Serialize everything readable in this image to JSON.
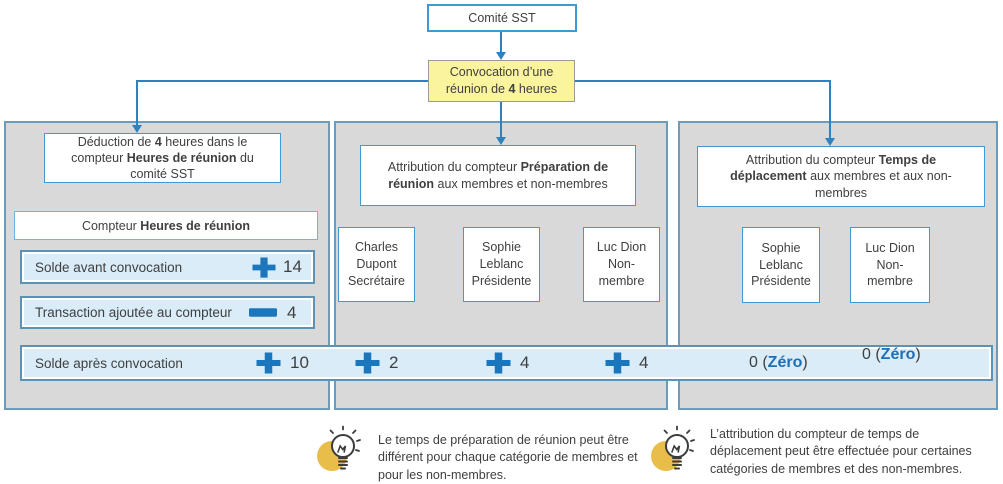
{
  "palette": {
    "accent_blue": "#2e82bd",
    "bright_border": "#3e9ad4",
    "panel_border": "#6d9cba",
    "panel_fill": "#d9d9d9",
    "row_fill": "#d9ecf8",
    "icon_blue": "#1b76bc",
    "zero_blue": "#1f6fb5",
    "yellow_fill": "#fbf49e",
    "bulb_yellow": "#e9bd4a",
    "text": "#3f3f3f"
  },
  "icons": {
    "plus": "plus-icon",
    "minus": "minus-icon",
    "arrow": "arrow-down-icon",
    "lightbulb": "lightbulb-icon"
  },
  "flow_top": {
    "committee": "Comité SST",
    "convocation_line1": "Convocation d’une",
    "convocation_line2_pre": "réunion de ",
    "convocation_line2_bold": "4",
    "convocation_line2_post": " heures"
  },
  "left_panel": {
    "title_t1": "Déduction de ",
    "title_b1": "4",
    "title_t2": " heures dans le compteur ",
    "title_b2": "Heures de réunion",
    "title_t3": " du comité SST",
    "counter_t1": "Compteur ",
    "counter_b1": "Heures de réunion",
    "rows": [
      {
        "label": "Solde avant convocation",
        "value": "14",
        "icon": "plus-icon"
      },
      {
        "label": "Transaction ajoutée au compteur",
        "value": "4",
        "icon": "minus-icon"
      }
    ]
  },
  "band": {
    "label": "Solde après convocation",
    "left_value": "10",
    "middle_values": [
      "2",
      "4",
      "4"
    ],
    "zero_pre": "0 (",
    "zero_bold": "Zéro",
    "zero_post": ")"
  },
  "middle_panel": {
    "title_t1": "Attribution du compteur ",
    "title_b1": "Préparation de réunion",
    "title_t2": " aux membres et non-membres",
    "people": [
      "Charles\nDupont\nSecrétaire",
      "Sophie\nLeblanc\nPrésidente",
      "Luc Dion\nNon-\nmembre"
    ]
  },
  "right_panel": {
    "title_t1": "Attribution du compteur ",
    "title_b1": "Temps de déplacement",
    "title_t2": " aux membres et aux non-membres",
    "people": [
      "Sophie\nLeblanc\nPrésidente",
      "Luc Dion\nNon-\nmembre"
    ]
  },
  "notes": [
    {
      "text": "Le temps de préparation de réunion peut être différent pour chaque catégorie de membres et pour les non-membres."
    },
    {
      "text": "L’attribution du compteur de temps de déplacement peut être effectuée pour certaines catégories de membres et des non-membres."
    }
  ]
}
